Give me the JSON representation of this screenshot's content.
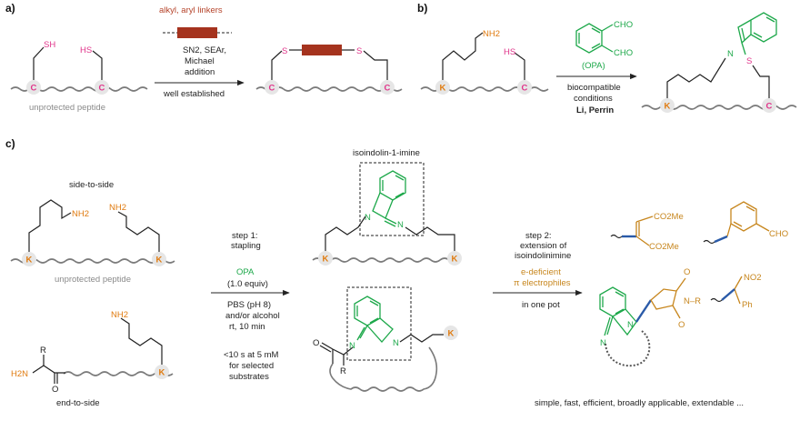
{
  "panel_a": {
    "label": "a)",
    "thiol_left": "SH",
    "thiol_right": "HS",
    "cys": "C",
    "start_caption": "unprotected peptide",
    "linker_title": "alkyl, aryl linkers",
    "conditions": [
      "SN2, SEAr,",
      "Michael",
      "addition"
    ],
    "note": "well established",
    "s_left": "S",
    "s_right": "S"
  },
  "panel_b": {
    "label": "b)",
    "amine": "NH2",
    "thiol": "HS",
    "lys": "K",
    "cys": "C",
    "cho_top": "CHO",
    "cho_bottom": "CHO",
    "reagent": "(OPA)",
    "conditions": [
      "biocompatible",
      "conditions"
    ],
    "authors": "Li, Perrin",
    "n_atom": "N",
    "s_atom": "S"
  },
  "panel_c": {
    "label": "c)",
    "title_side": "side-to-side",
    "title_end": "end-to-side",
    "amine_1": "NH2",
    "amine_2": "NH2",
    "amine_3": "NH2",
    "amine_4": "H2N",
    "lys": "K",
    "start_caption": "unprotected peptide",
    "r_group": "R",
    "o_atom": "O",
    "step1": [
      "step 1:",
      "stapling"
    ],
    "reagent": "OPA",
    "equiv": "(1.0 equiv)",
    "solvent": [
      "PBS (pH 8)",
      "and/or alcohol",
      "rt, 10 min"
    ],
    "speed": [
      "<10 s at 5 mM",
      "for selected",
      "substrates"
    ],
    "product_title": "isoindolin-1-imine",
    "n_atom": "N",
    "step2": [
      "step 2:",
      "extension of",
      "isoindolinimine"
    ],
    "electrophiles": [
      "e-deficient",
      "π electrophiles"
    ],
    "onepot": "in one pot",
    "ester": "CO2Me",
    "cho": "CHO",
    "no2": "NO2",
    "ph": "Ph",
    "n_r": "N–R",
    "summary": "simple, fast, efficient, broadly applicable, extendable ..."
  }
}
